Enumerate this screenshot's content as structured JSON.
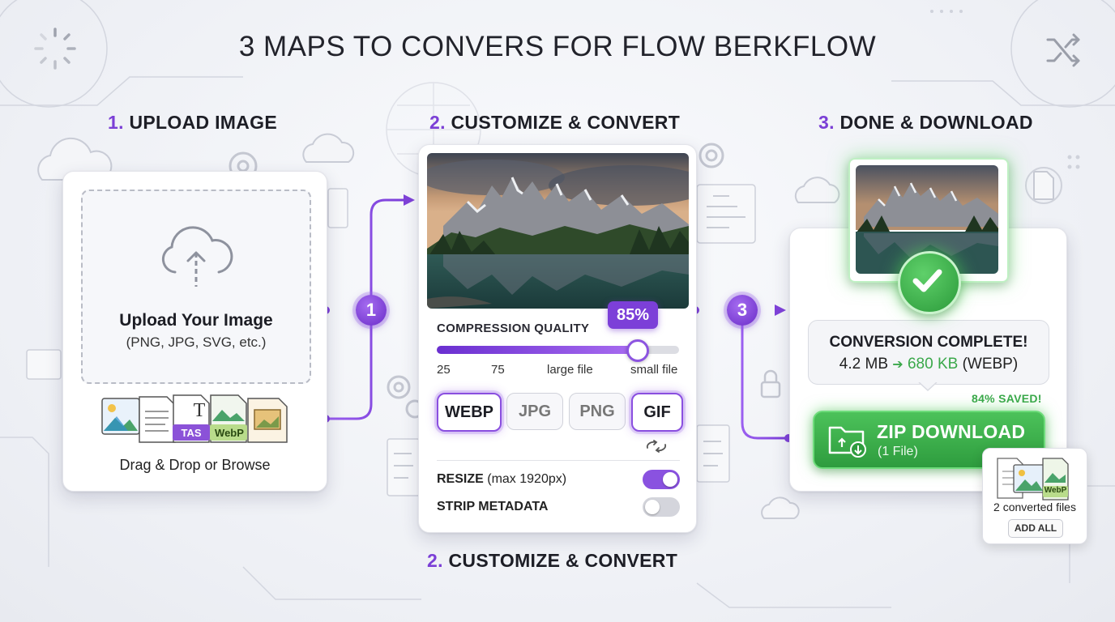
{
  "title": "3 MAPS TO CONVERS FOR FLOW BERKFLOW",
  "steps": [
    {
      "num": "1.",
      "label": "UPLOAD IMAGE"
    },
    {
      "num": "2.",
      "label": "CUSTOMIZE & CONVERT"
    },
    {
      "num": "3.",
      "label": "DONE & DOWNLOAD"
    }
  ],
  "bottom_caption": {
    "num": "2.",
    "label": "CUSTOMIZE & CONVERT"
  },
  "upload": {
    "title": "Upload Your Image",
    "formats": "(PNG, JPG, SVG, etc.)",
    "drag_text": "Drag & Drop or Browse",
    "file_labels": [
      "TAS",
      "WebP"
    ],
    "file_glyph": "T"
  },
  "connectors": {
    "step1": "1",
    "step3": "3"
  },
  "customize": {
    "quality_label": "COMPRESSION QUALITY",
    "quality_value": "85%",
    "quality_fraction": 0.82,
    "ticks": [
      "25",
      "75",
      "large file",
      "small file"
    ],
    "formats": [
      {
        "label": "WEBP",
        "active": true
      },
      {
        "label": "JPG",
        "active": false
      },
      {
        "label": "PNG",
        "active": false
      },
      {
        "label": "GIF",
        "active": true
      }
    ],
    "resize_label": "RESIZE",
    "resize_note": "(max 1920px)",
    "resize_on": true,
    "strip_label": "STRIP METADATA",
    "strip_on": false
  },
  "done": {
    "complete_title": "CONVERSION COMPLETE!",
    "size_from": "4.2 MB",
    "arrow": "➔",
    "size_to": "680 KB",
    "size_fmt": "(WEBP)",
    "saved": "84% SAVED!",
    "zip_label": "ZIP DOWNLOAD",
    "zip_sub": "(1 File)",
    "mini_label": "WebP",
    "converted": "2 converted files",
    "add_all": "ADD ALL"
  },
  "colors": {
    "accent": "#7b3fd6",
    "success": "#3cae4a",
    "toggle_on": "#8a52e0",
    "toggle_off": "#d4d5dc"
  },
  "icons": [
    "cloud-upload-icon",
    "checkmark-icon",
    "folder-download-icon",
    "gear-icon",
    "lock-icon",
    "shuffle-icon",
    "loading-spinner-icon",
    "document-icon"
  ]
}
